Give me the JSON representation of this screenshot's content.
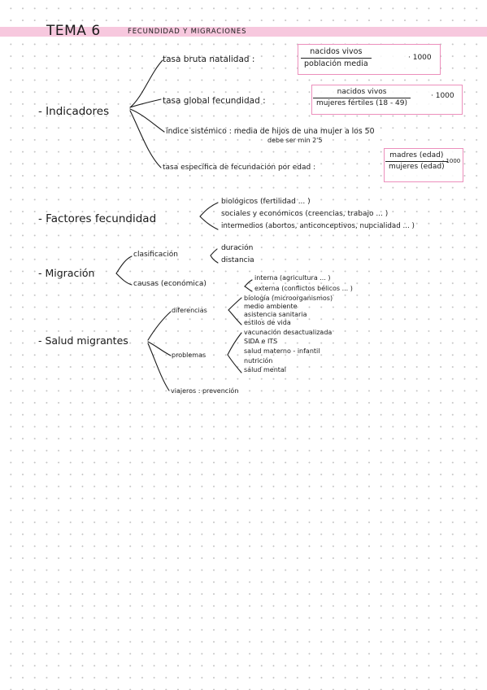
{
  "header": {
    "title": "TEMA 6",
    "subtitle": "FECUNDIDAD Y MIGRACIONES"
  },
  "indicadores": {
    "label": "- Indicadores",
    "tbn": {
      "label": "tasa bruta natalidad :",
      "num": "nacidos vivos",
      "den": "población media",
      "factor": "· 1000"
    },
    "tgf": {
      "label": "tasa global fecundidad :",
      "num": "nacidos vivos",
      "den": "mujeres fértiles (18 - 49)",
      "factor": "· 1000"
    },
    "isf": {
      "label": "índice sistémico : media de hijos de una mujer a los 50",
      "note": "debe ser min 2'5"
    },
    "tef": {
      "label": "tasa específica de fecundación por edad :",
      "num": "madres (edad)",
      "den": "mujeres (edad)",
      "factor": "· 1000"
    }
  },
  "factores": {
    "label": "- Factores fecundidad",
    "items": [
      "biológicos (fertilidad ... )",
      "sociales y económicos (creencias, trabajo ... )",
      "intermedios (abortos, anticonceptivos, nupcialidad ... )"
    ]
  },
  "migracion": {
    "label": "- Migración",
    "clasificacion": {
      "label": "clasificación",
      "items": [
        "duración",
        "distancia"
      ]
    },
    "causas": {
      "label": "causas (económica)",
      "items": [
        "interna (agricultura ... )",
        "externa (conflictos bélicos ... )"
      ]
    }
  },
  "salud": {
    "label": "- Salud migrantes",
    "diferencias": {
      "label": "diferencias",
      "items": [
        "biología (microorganismos)",
        "medio ambiente",
        "asistencia sanitaria",
        "estilos de vida"
      ]
    },
    "problemas": {
      "label": "problemas",
      "items": [
        "vacunación desactualizada",
        "SIDA e ITS",
        "salud materno - infantil",
        "nutrición",
        "salud mental"
      ]
    },
    "viajeros": {
      "label": "viajeros : prevención"
    }
  },
  "colors": {
    "highlight": "#f7c8de",
    "box_border": "#ec8fbc",
    "ink": "#1a1a1a"
  }
}
